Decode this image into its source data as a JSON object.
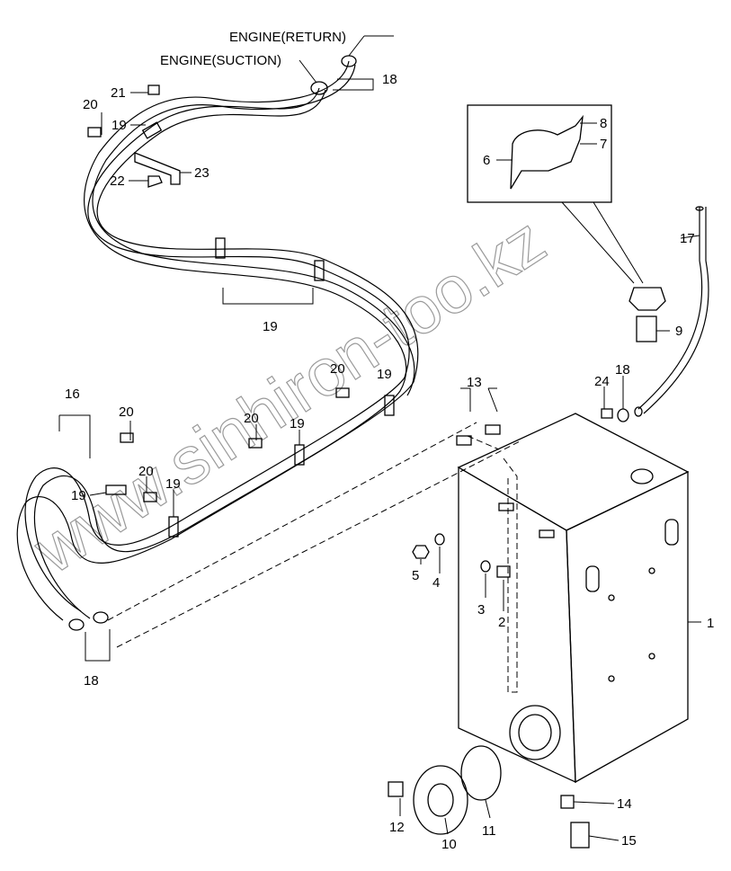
{
  "diagram": {
    "callouts": {
      "engine_return": "ENGINE(RETURN)",
      "engine_suction": "ENGINE(SUCTION)"
    },
    "labels": [
      "18",
      "21",
      "20",
      "19",
      "22",
      "23",
      "8",
      "7",
      "6",
      "17",
      "19",
      "9",
      "20",
      "19",
      "13",
      "18",
      "24",
      "16",
      "20",
      "20",
      "19",
      "20",
      "19",
      "19",
      "5",
      "4",
      "3",
      "2",
      "1",
      "18",
      "14",
      "15",
      "12",
      "10",
      "11"
    ],
    "watermark": "www.sinhiron-too.kz"
  }
}
